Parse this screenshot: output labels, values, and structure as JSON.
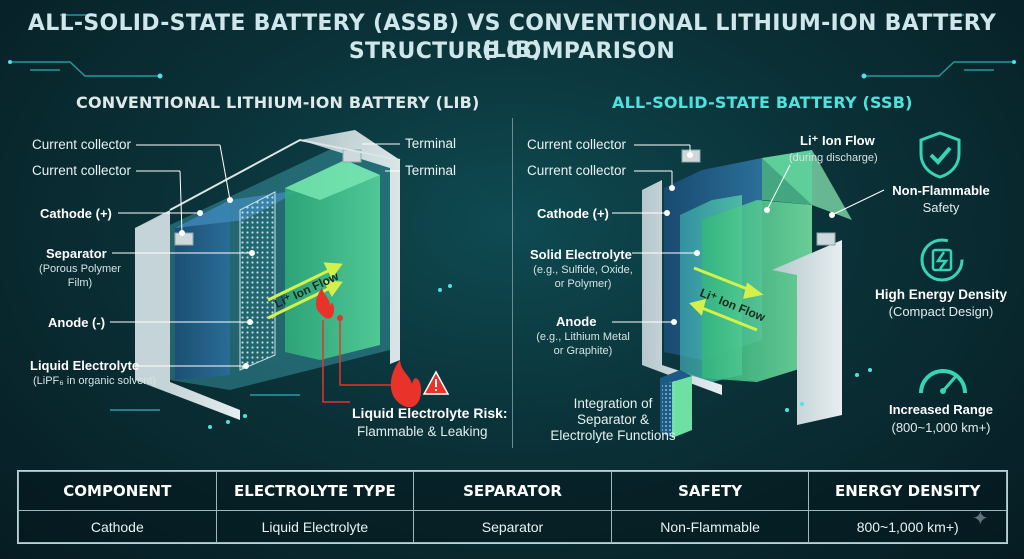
{
  "title": {
    "line1": "ALL-SOLID-STATE BATTERY (ASSB) VS CONVENTIONAL LITHIUM-ION BATTERY (LIB)",
    "line2": "STRUCTURE COMPARISON"
  },
  "lib": {
    "title": "CONVENTIONAL LITHIUM-ION BATTERY (LIB)",
    "labels": {
      "current_collector_1": "Current collector",
      "current_collector_2": "Current collector",
      "cathode": "Cathode (+)",
      "separator": "Separator",
      "separator_sub": "(Porous Polymer\nFilm)",
      "anode": "Anode (-)",
      "liquid_electrolyte": "Liquid Electrolyte",
      "liquid_electrolyte_sub": "(LiPF₆ in organic solvent)",
      "terminal_1": "Terminal",
      "terminal_2": "Terminal",
      "ion_flow": "Li⁺ Ion Flow"
    },
    "risk": {
      "title": "Liquid Electrolyte Risk:",
      "subtitle": "Flammable & Leaking"
    }
  },
  "ssb": {
    "title": "ALL-SOLID-STATE BATTERY (SSB)",
    "labels": {
      "current_collector_1": "Current collector",
      "current_collector_2": "Current collector",
      "cathode": "Cathode (+)",
      "solid_electrolyte": "Solid Electrolyte",
      "solid_electrolyte_sub": "(e.g., Sulfide, Oxide,\nor Polymer)",
      "anode": "Anode",
      "anode_sub": "(e.g., Lithium Metal\nor Graphite)",
      "ion_flow_title": "Li⁺ Ion Flow",
      "ion_flow_sub": "(during discharge)",
      "ion_flow_inner": "Li⁺ Ion Flow"
    },
    "integration": "Integration of\nSeparator &\nElectrolyte Functions",
    "features": [
      {
        "title": "Non-Flammable",
        "subtitle": "Safety",
        "icon": "shield-check-icon"
      },
      {
        "title": "High Energy Density",
        "subtitle": "(Compact Design)",
        "icon": "battery-charge-icon"
      },
      {
        "title": "Increased Range",
        "subtitle": "(800~1,000 km+)",
        "icon": "speedometer-icon"
      }
    ]
  },
  "table": {
    "headers": [
      "COMPONENT",
      "ELECTROLYTE TYPE",
      "SEPARATOR",
      "SAFETY",
      "ENERGY DENSITY"
    ],
    "row": [
      "Cathode",
      "Liquid Electrolyte",
      "Separator",
      "Non-Flammable",
      "800~1,000 km+)"
    ]
  },
  "colors": {
    "accent_cyan": "#4fe3e0",
    "cathode_blue": "#1d5a86",
    "anode_green": "#3fc98a",
    "risk_red": "#e8322a",
    "background": "#0a3238"
  }
}
